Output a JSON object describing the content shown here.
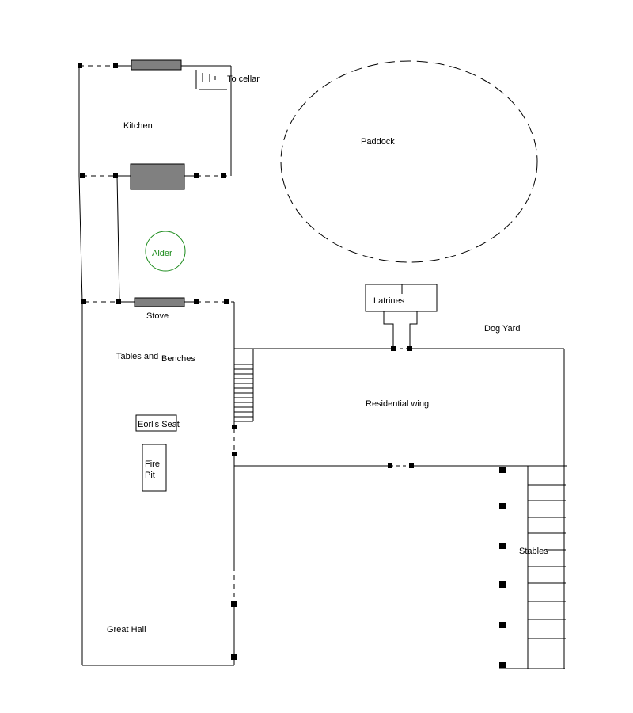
{
  "labels": {
    "kitchen": "Kitchen",
    "to_cellar": "To cellar",
    "paddock": "Paddock",
    "alder": "Alder",
    "stove": "Stove",
    "tables_and": "Tables and",
    "benches": "Benches",
    "eorls_seat": "Eorl's Seat",
    "fire": "Fire",
    "pit": "Pit",
    "great_hall": "Great Hall",
    "latrines": "Latrines",
    "dog_yard": "Dog Yard",
    "residential_wing": "Residential wing",
    "stables": "Stables"
  },
  "colors": {
    "alder": "#1a8a1a",
    "hearth": "#808080"
  }
}
